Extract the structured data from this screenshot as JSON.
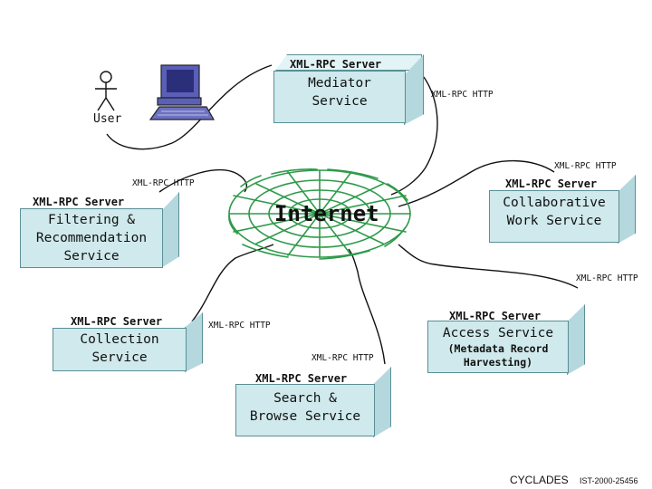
{
  "user": {
    "label": "User"
  },
  "internet": {
    "label": "Internet"
  },
  "protocol_label": "XML-RPC HTTP",
  "server_header": "XML-RPC Server",
  "services": {
    "mediator": {
      "header": "XML-RPC Server",
      "title": "Mediator\nService",
      "protocol": "XML-RPC HTTP"
    },
    "collaborative": {
      "header": "XML-RPC Server",
      "title": "Collaborative\nWork Service",
      "protocol": "XML-RPC HTTP"
    },
    "filtering": {
      "header": "XML-RPC Server",
      "title": "Filtering &\nRecommendation\nService",
      "protocol": "XML-RPC HTTP"
    },
    "collection": {
      "header": "XML-RPC Server",
      "title": "Collection\nService",
      "protocol": "XML-RPC HTTP"
    },
    "access": {
      "header": "XML-RPC Server",
      "title": "Access Service",
      "subtitle": "(Metadata Record\nHarvesting)",
      "protocol": "XML-RPC HTTP"
    },
    "search": {
      "header": "XML-RPC Server",
      "title": "Search &\nBrowse Service",
      "protocol": "XML-RPC HTTP"
    }
  },
  "footer": {
    "project": "CYCLADES",
    "code": "IST-2000-25456"
  },
  "colors": {
    "box_fill": "#cfe9ec",
    "box_border": "#5a8f95",
    "web": "#2e9a4a"
  }
}
